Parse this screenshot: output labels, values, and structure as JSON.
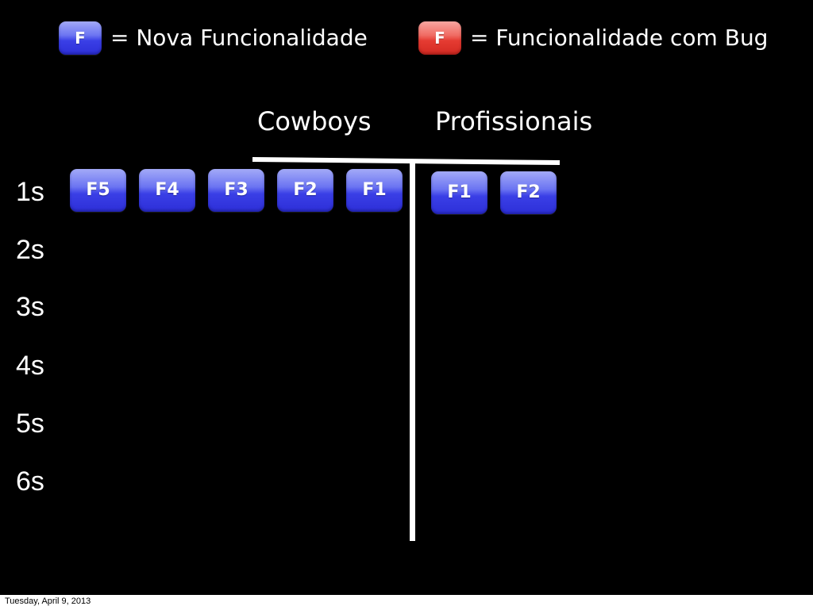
{
  "legend": [
    {
      "chip": "F",
      "kind": "new",
      "color": "#3a3fe6",
      "text": "= Nova Funcionalidade"
    },
    {
      "chip": "F",
      "kind": "bug",
      "color": "#e53b32",
      "text": "= Funcionalidade com Bug"
    }
  ],
  "columns": {
    "left": "Cowboys",
    "right": "Profissionais"
  },
  "rows": [
    "1s",
    "2s",
    "3s",
    "4s",
    "5s",
    "6s"
  ],
  "cowboys_row1": [
    "F5",
    "F4",
    "F3",
    "F2",
    "F1"
  ],
  "profissionais_row1": [
    "F1",
    "F2"
  ],
  "footer": {
    "date": "Tuesday, April 9, 2013"
  },
  "colors": {
    "background": "#000000",
    "line": "#ffffff",
    "new_feature": "#3a3fe6",
    "bug_feature": "#e53b32"
  }
}
